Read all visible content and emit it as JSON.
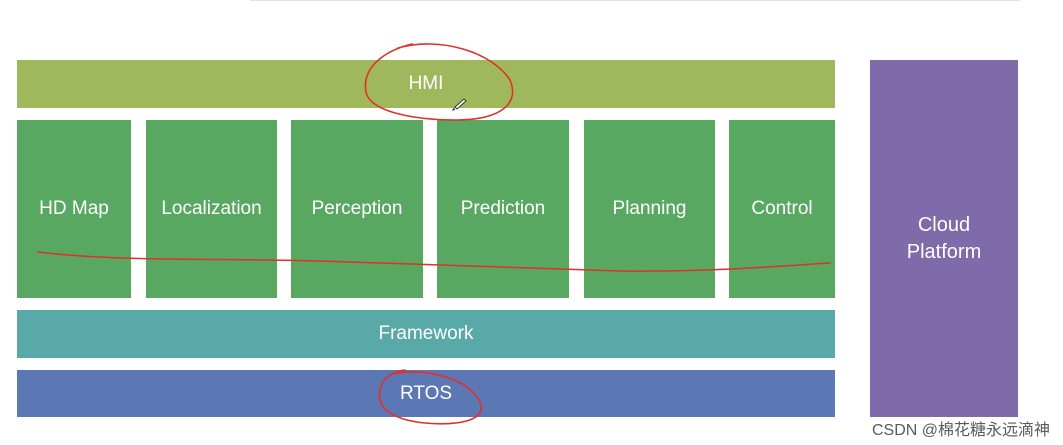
{
  "layers": {
    "hmi": "HMI",
    "framework": "Framework",
    "rtos": "RTOS",
    "cloud": "Cloud Platform"
  },
  "modules": [
    "HD Map",
    "Localization",
    "Perception",
    "Prediction",
    "Planning",
    "Control"
  ],
  "watermark": "CSDN @棉花糖永远滴神",
  "colors": {
    "hmi": "#9fb85b",
    "module": "#58a862",
    "framework": "#58a9a8",
    "rtos": "#5b78b4",
    "cloud": "#7f6aaa",
    "annotation": "#e0302a"
  },
  "annotations": [
    {
      "type": "circle",
      "target": "hmi"
    },
    {
      "type": "underline",
      "target": "modules"
    },
    {
      "type": "circle",
      "target": "rtos"
    }
  ]
}
